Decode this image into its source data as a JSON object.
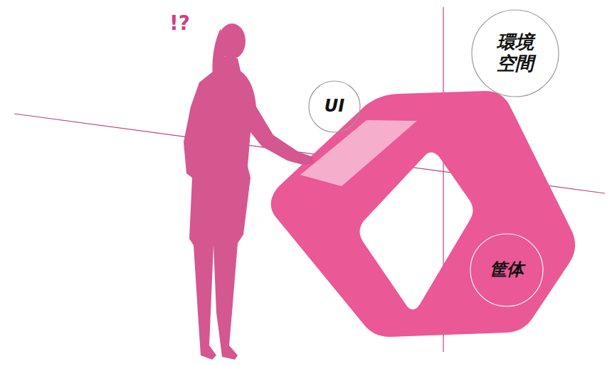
{
  "diagram": {
    "nodes": [
      {
        "text": [
          "環境 空間"
        ]
      },
      {
        "text": [
          "UI"
        ]
      },
      {
        "text": [
          "筐体"
        ]
      }
    ],
    "labels": [
      "!?"
    ]
  }
}
